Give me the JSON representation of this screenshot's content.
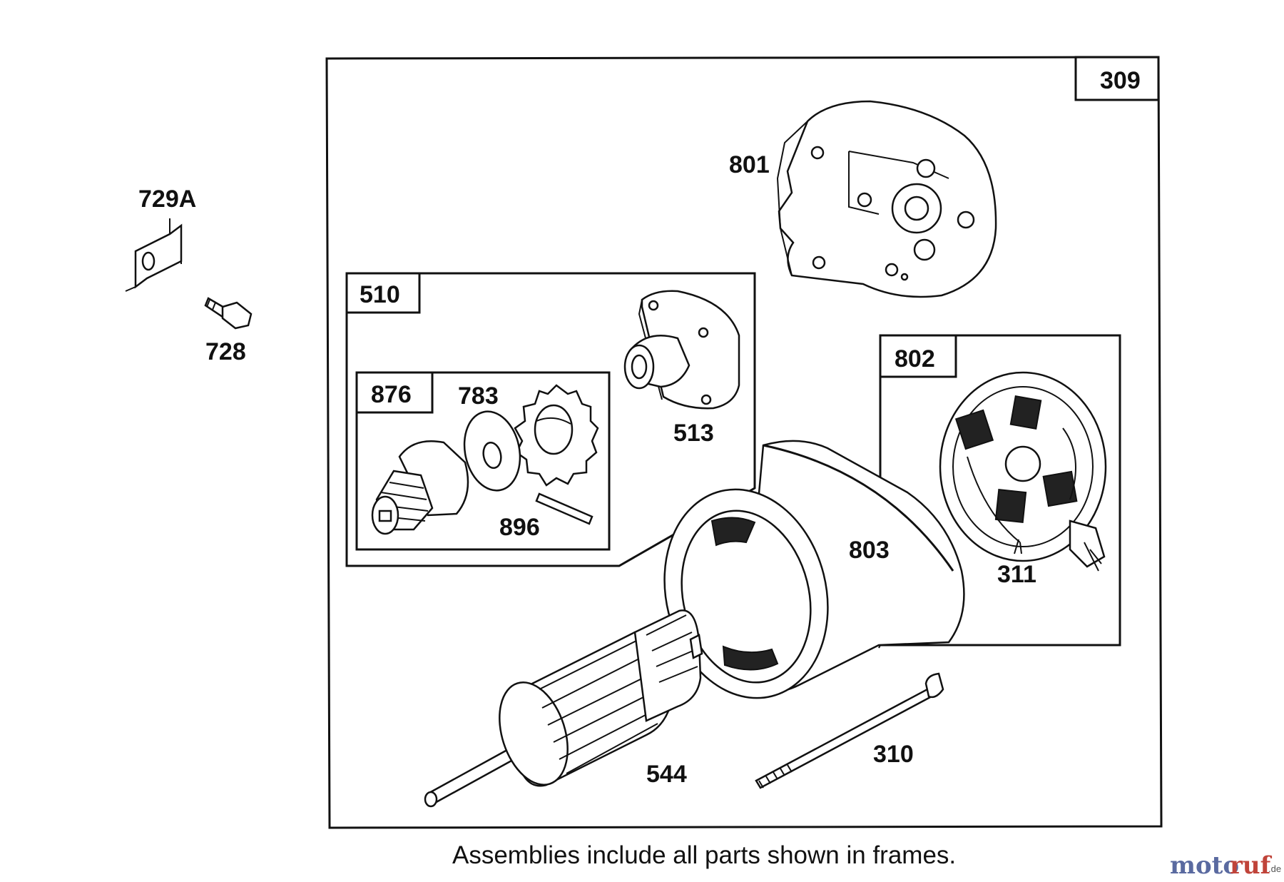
{
  "part_labels": {
    "assembly_309": "309",
    "bracket_801": "801",
    "kit_510": "510",
    "kit_876": "876",
    "gear_783": "783",
    "end_cap_513": "513",
    "pin_896": "896",
    "kit_802": "802",
    "housing_803": "803",
    "brush_311": "311",
    "bolt_310": "310",
    "armature_544": "544",
    "bracket_729A": "729A",
    "screw_728": "728"
  },
  "caption": "Assemblies include all parts shown in frames.",
  "watermark": {
    "part_a": "moto",
    "part_b": "ruf",
    "suffix": ".de"
  }
}
